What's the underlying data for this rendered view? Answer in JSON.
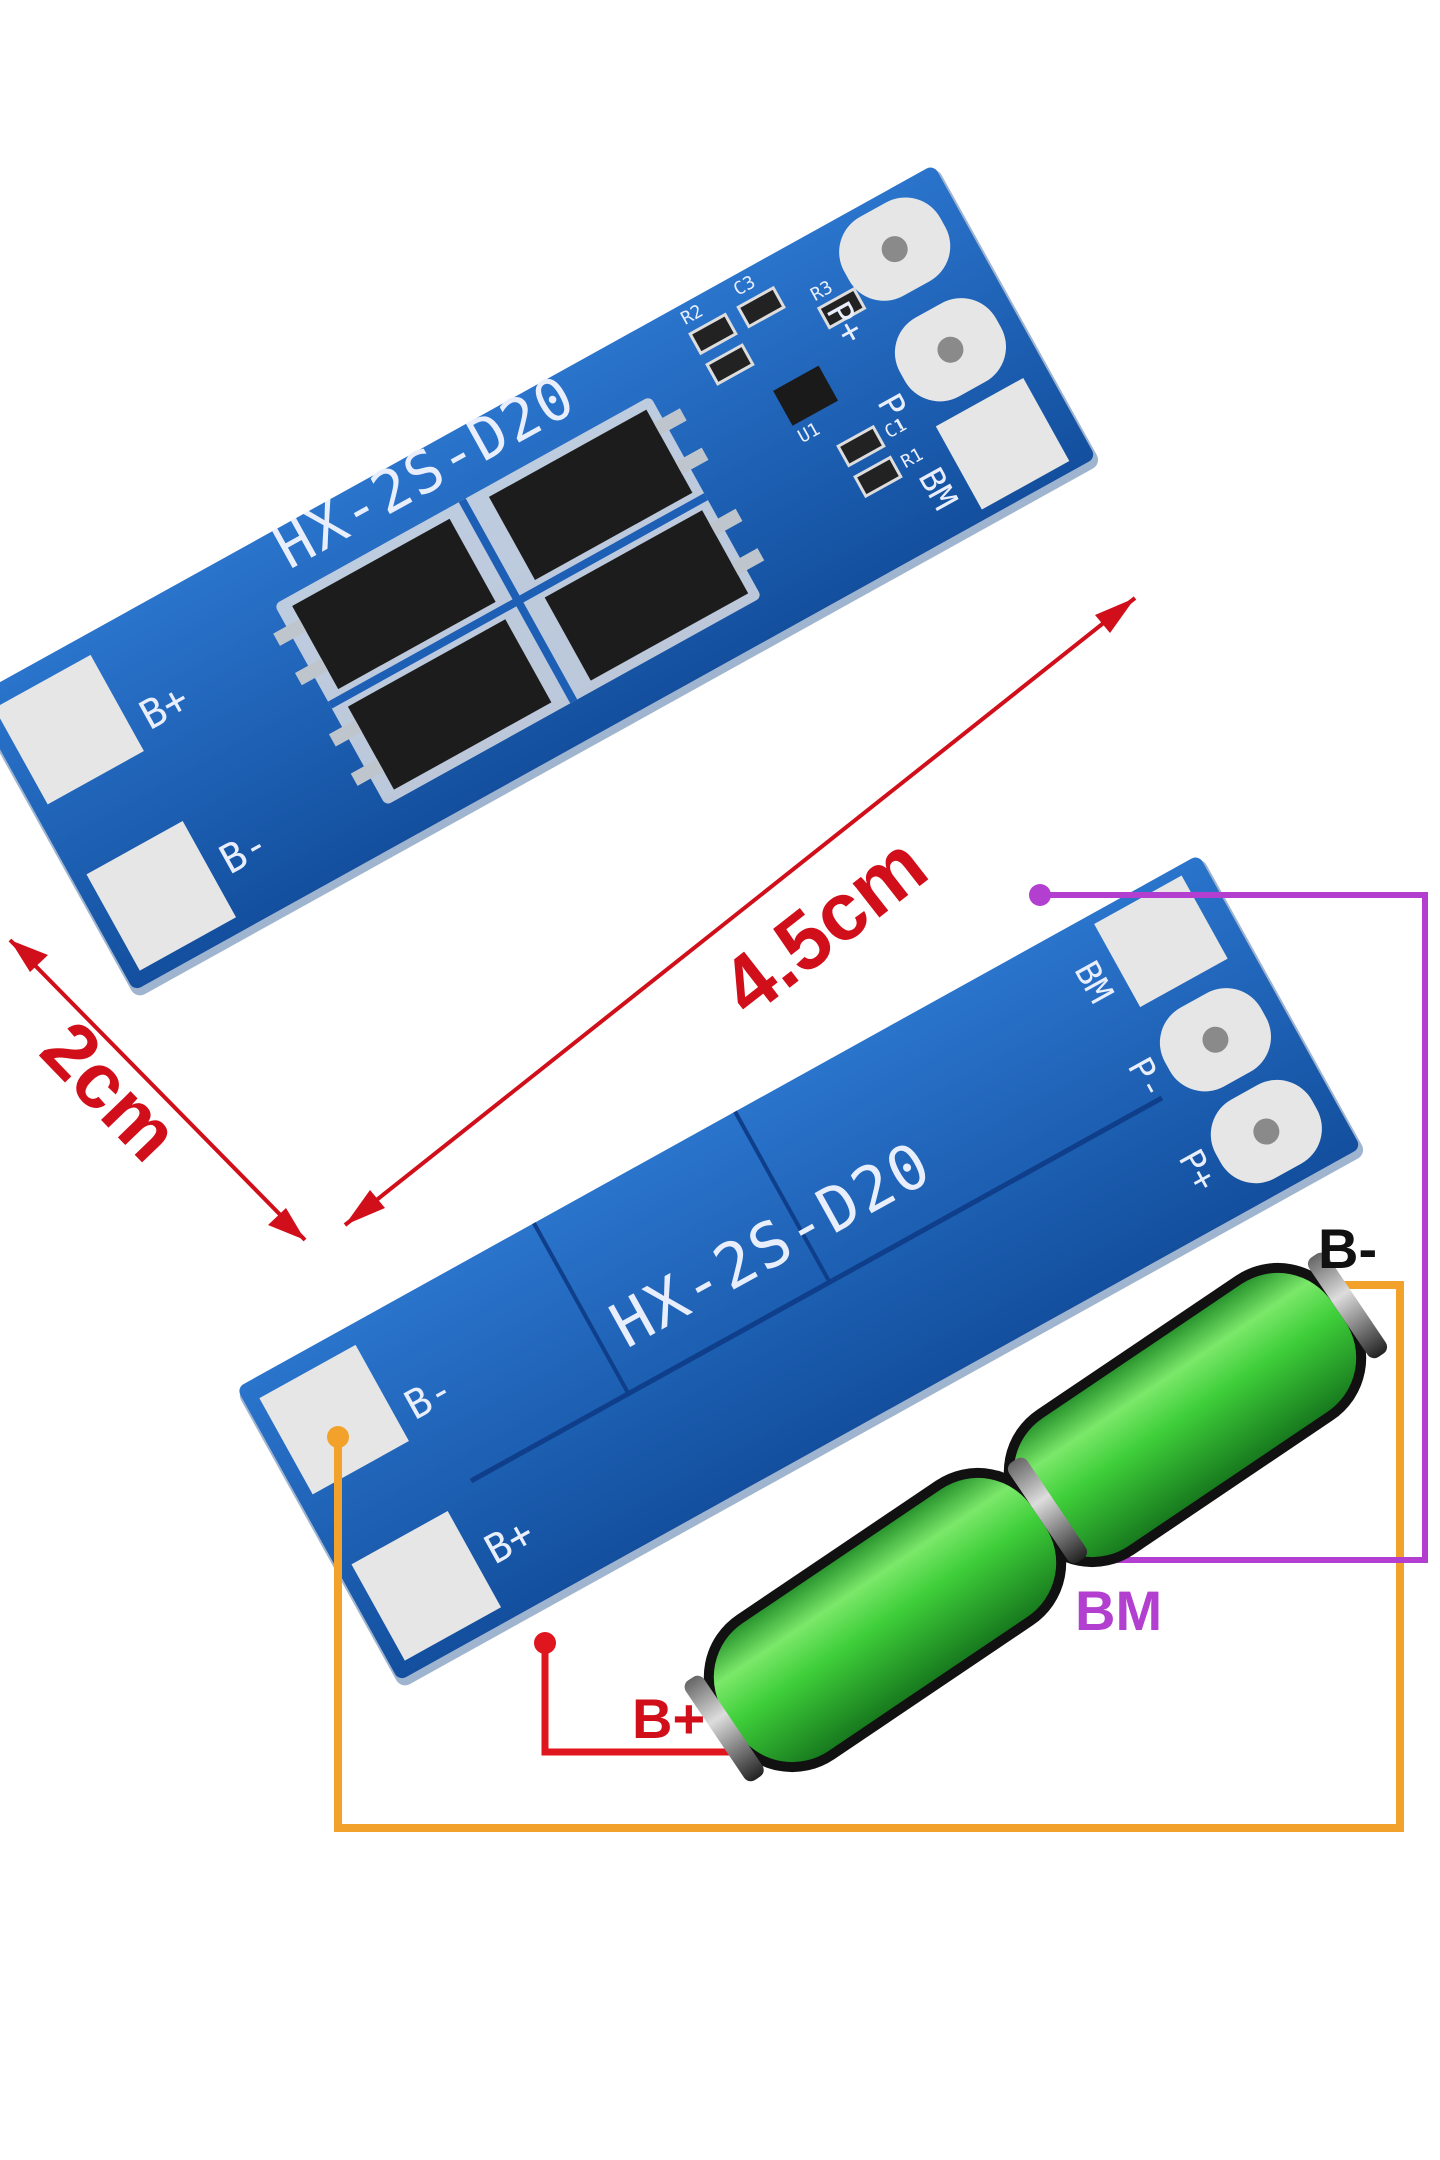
{
  "top_board": {
    "model": "HX-2S-D20",
    "pads": {
      "bplus": "B+",
      "bminus": "B-",
      "bm": "BM",
      "pplus": "P+",
      "pminus": "P-"
    },
    "components": {
      "r2": "R2",
      "r3": "R3",
      "r1": "R1",
      "c3": "C3",
      "c1": "C1",
      "u1": "U1"
    }
  },
  "dimensions": {
    "length": "4.5cm",
    "width": "2cm"
  },
  "bottom_board": {
    "model": "HX-2S-D20",
    "pads": {
      "bplus": "B+",
      "bminus": "B-",
      "bm": "BM",
      "pplus": "P+",
      "pminus": "P-"
    }
  },
  "wiring": {
    "bplus_label": "B+",
    "bminus_label": "B-",
    "bm_label": "BM"
  },
  "colors": {
    "pcb": "#1d5fb5",
    "pcb_dark": "#0f3f8a",
    "pad": "#e6e6e6",
    "dimension": "#d10f1a",
    "wire_bminus": "#f2a22a",
    "wire_bm": "#b23fd0",
    "wire_bplus": "#e0161e",
    "cell": "#33c23a"
  }
}
